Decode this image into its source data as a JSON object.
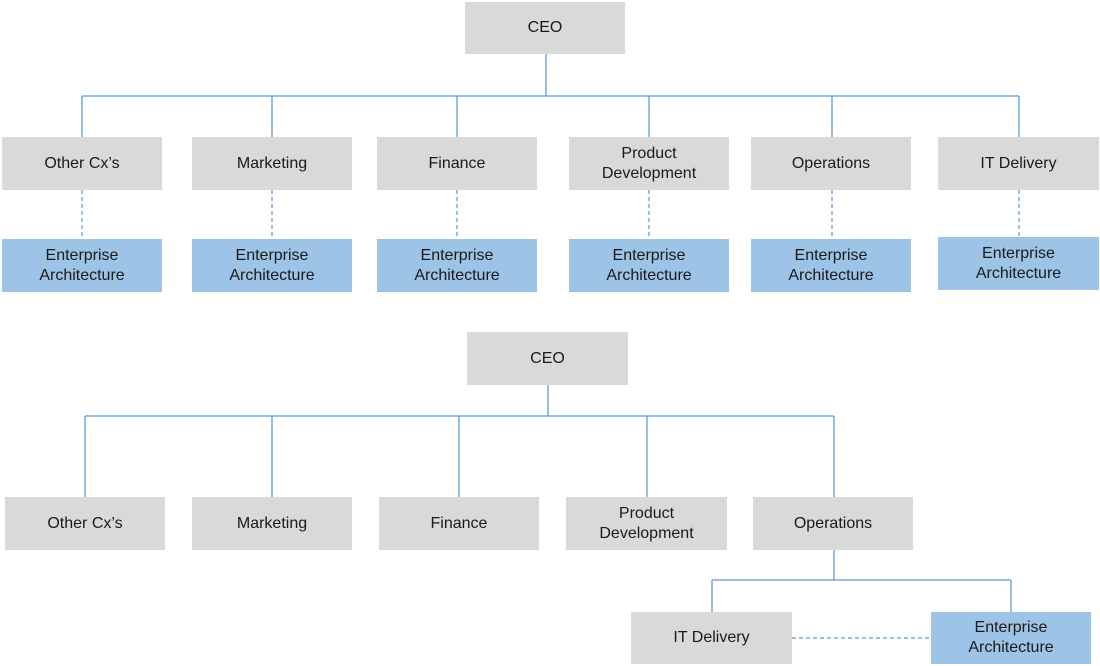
{
  "diagram1": {
    "root": "CEO",
    "departments": [
      "Other Cx’s",
      "Marketing",
      "Finance",
      "Product Development",
      "Operations",
      "IT Delivery"
    ],
    "ea_label": "Enterprise Architecture"
  },
  "diagram2": {
    "root": "CEO",
    "departments": [
      "Other Cx’s",
      "Marketing",
      "Finance",
      "Product Development",
      "Operations"
    ],
    "sub_it": "IT Delivery",
    "sub_ea": "Enterprise Architecture"
  },
  "colors": {
    "box_gray": "#d9d9d9",
    "box_blue": "#9dc3e6",
    "connector": "#5b9bd5"
  }
}
